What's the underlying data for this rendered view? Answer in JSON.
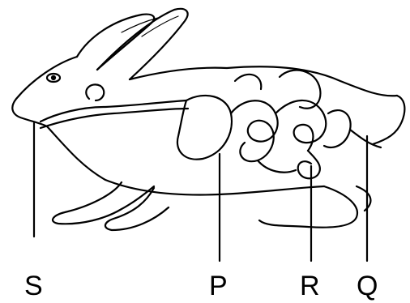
{
  "labels": {
    "s": "S",
    "p": "P",
    "r": "R",
    "q": "Q"
  },
  "colors": {
    "line": "#000000",
    "background": "#ffffff"
  }
}
